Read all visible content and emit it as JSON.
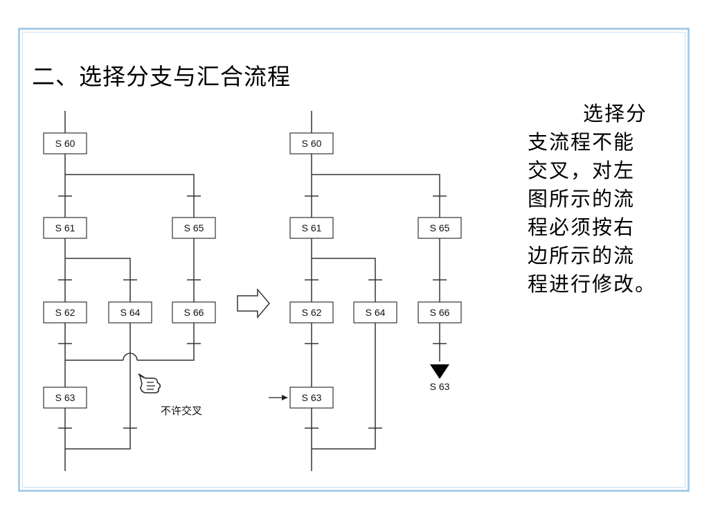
{
  "slide": {
    "title": "二、选择分支与汇合流程",
    "note_lines": [
      "选择分",
      "支流程不能",
      "交叉，对左",
      "图所示的流",
      "程必须按右",
      "边所示的流",
      "程进行修改。"
    ]
  },
  "left_diagram": {
    "steps": [
      "S 60",
      "S 61",
      "S 65",
      "S 62",
      "S 64",
      "S 66",
      "S 63"
    ],
    "warning_label": "不许交叉"
  },
  "right_diagram": {
    "steps": [
      "S 60",
      "S 61",
      "S 65",
      "S 62",
      "S 64",
      "S 66",
      "S 63"
    ],
    "jump_target_label": "S 63"
  },
  "colors": {
    "slide_border": "#a9cdea",
    "line": "#333333"
  },
  "icons": [
    "hollow-right-arrow-icon",
    "pointing-hand-icon",
    "jump-triangle-icon",
    "small-arrow-icon"
  ]
}
